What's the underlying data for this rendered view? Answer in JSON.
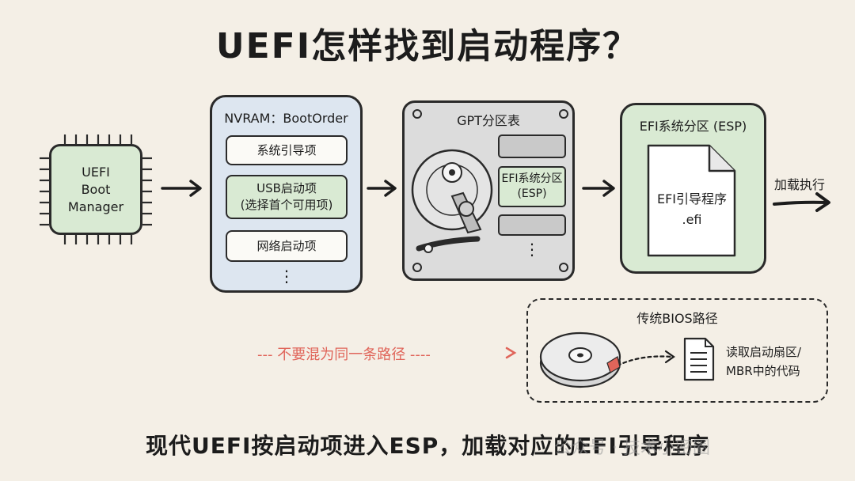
{
  "title": "UEFI怎样找到启动程序？",
  "boot_manager": {
    "line1": "UEFI",
    "line2": "Boot Manager"
  },
  "nvram": {
    "title": "NVRAM：BootOrder",
    "entries": [
      "系统引导项",
      "USB启动项",
      "(选择首个可用项)",
      "网络启动项"
    ],
    "more": "⋮"
  },
  "gpt": {
    "title": "GPT分区表",
    "esp_line1": "EFI系统分区",
    "esp_line2": "(ESP)",
    "more": "⋮"
  },
  "esp": {
    "title": "EFI系统分区 (ESP)",
    "file_line1": "EFI引导程序",
    "file_line2": ".efi"
  },
  "exec_label": "加载执行",
  "legacy": {
    "title": "传统BIOS路径",
    "desc_line1": "读取启动扇区/",
    "desc_line2": "MBR中的代码",
    "warning": "--- 不要混为同一条路径 ----"
  },
  "caption": "现代UEFI按启动项进入ESP，加载对应的EFI引导程序",
  "watermark": "公众号 · 技术小密圈",
  "colors": {
    "green": "#d9ead3",
    "blue": "#dde6f0",
    "gray": "#dcdcdc",
    "warning": "#e0655a",
    "background": "#f4efe6"
  }
}
